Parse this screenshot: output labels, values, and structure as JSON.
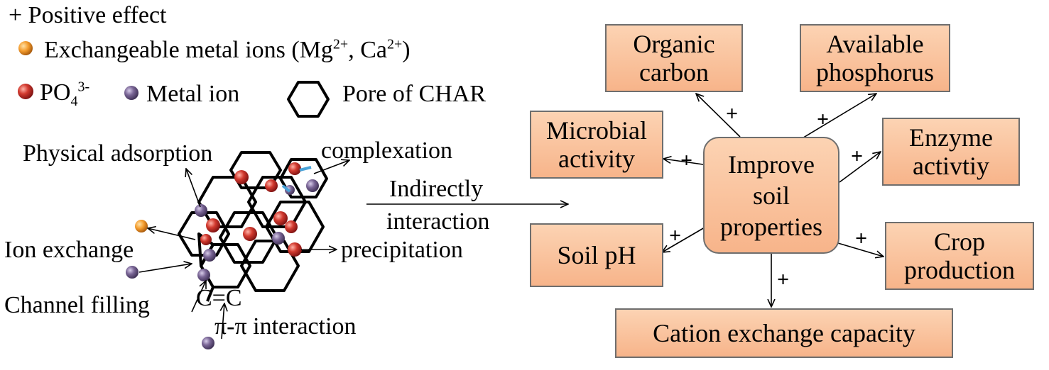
{
  "legend": {
    "positive": "+ Positive effect",
    "exchangeable_prefix": "Exchangeable metal ions (Mg",
    "mg_charge": "2+",
    "separator": ", Ca",
    "ca_charge": "2+",
    "exchangeable_suffix": ")",
    "po4_base": "PO",
    "po4_sub": "4",
    "po4_charge": "3-",
    "metal_ion": "Metal ion",
    "pore": "Pore of CHAR"
  },
  "mechanisms": {
    "physical_adsorption": "Physical adsorption",
    "complexation": "complexation",
    "ion_exchange": "Ion exchange",
    "precipitation": "precipitation",
    "channel_filling": "Channel filling",
    "cc_bond": "C=C",
    "pi_pi": "π-π interaction"
  },
  "link": {
    "line1": "Indirectly",
    "line2": "interaction"
  },
  "center": {
    "line1": "Improve",
    "line2": "soil",
    "line3": "properties"
  },
  "outcomes": {
    "organic_carbon": [
      "Organic",
      "carbon"
    ],
    "available_phosphorus": [
      "Available",
      "phosphorus"
    ],
    "microbial_activity": [
      "Microbial",
      "activity"
    ],
    "enzyme_activity": [
      "Enzyme",
      "activtiy"
    ],
    "soil_ph": [
      "Soil pH"
    ],
    "crop_production": [
      "Crop",
      "production"
    ],
    "cec": [
      "Cation exchange capacity"
    ]
  },
  "plus_sign": "+",
  "colors": {
    "box_fill_top": "#fcd3b3",
    "box_fill_bottom": "#f7b48a",
    "box_border": "#6e6e6e",
    "po4_ion": "#c0262a",
    "metal_ion": "#6e5a86",
    "exchangeable_ion": "#f39a2b"
  }
}
